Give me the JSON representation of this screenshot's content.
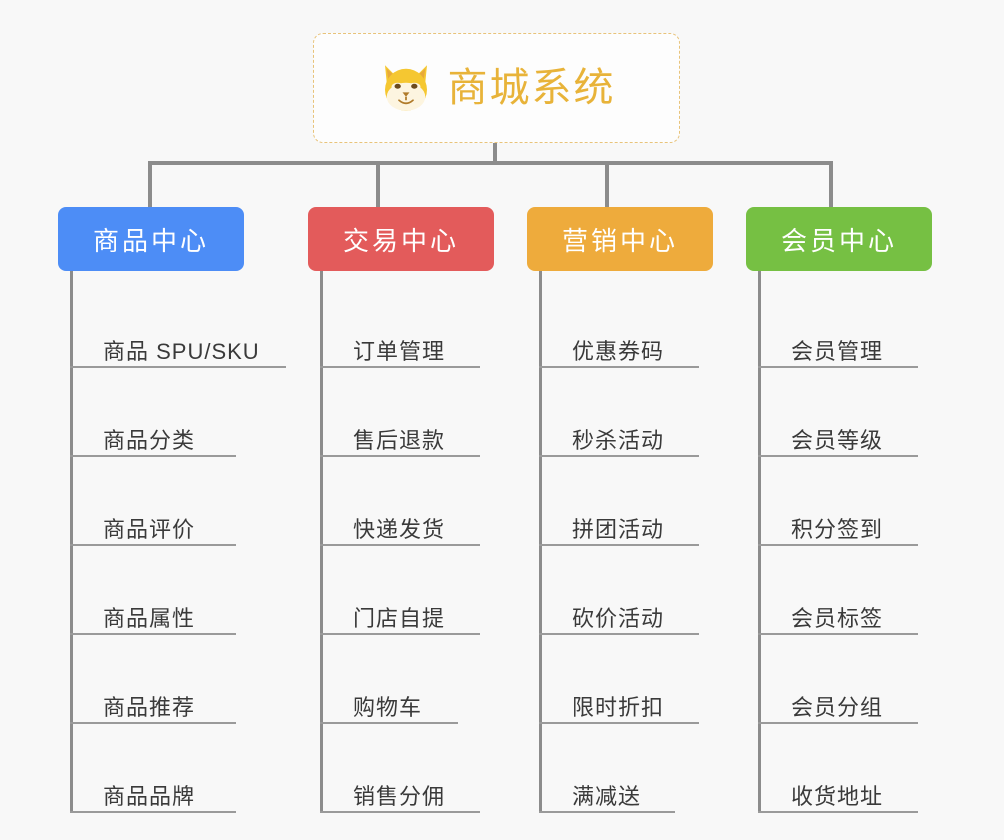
{
  "diagram": {
    "type": "org-chart",
    "background_color": "#f8f8f8",
    "connector_color": "#8c8c8c",
    "root": {
      "title": "商城系统",
      "logo_icon": "shiba-dog-face-icon",
      "title_color": "#e8b339",
      "border_color": "#e8c37a",
      "background_color": "#fdfdfd"
    },
    "categories": [
      {
        "label": "商品中心",
        "color": "#4d8df6",
        "items": [
          "商品 SPU/SKU",
          "商品分类",
          "商品评价",
          "商品属性",
          "商品推荐",
          "商品品牌"
        ]
      },
      {
        "label": "交易中心",
        "color": "#e35b5b",
        "items": [
          "订单管理",
          "售后退款",
          "快递发货",
          "门店自提",
          "购物车",
          "销售分佣"
        ]
      },
      {
        "label": "营销中心",
        "color": "#eeab3c",
        "items": [
          "优惠券码",
          "秒杀活动",
          "拼团活动",
          "砍价活动",
          "限时折扣",
          "满减送"
        ]
      },
      {
        "label": "会员中心",
        "color": "#76c043",
        "items": [
          "会员管理",
          "会员等级",
          "积分签到",
          "会员标签",
          "会员分组",
          "收货地址"
        ]
      }
    ]
  }
}
